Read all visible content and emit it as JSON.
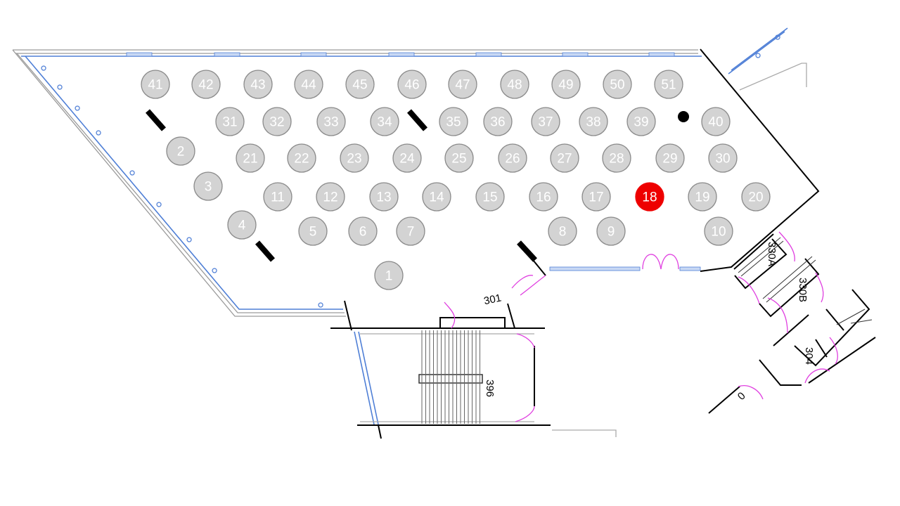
{
  "floorplan": {
    "seat_color": "#d3d3d3",
    "seat_stroke": "#8a8a8a",
    "seat_text_color": "#ffffff",
    "highlight_color": "#ee0000",
    "highlight_seat": "18",
    "wall_color": "#000000",
    "window_color": "#4f7fd6",
    "door_color": "#e040e0",
    "seats": [
      "1",
      "2",
      "3",
      "4",
      "5",
      "6",
      "7",
      "8",
      "9",
      "10",
      "11",
      "12",
      "13",
      "14",
      "15",
      "16",
      "17",
      "18",
      "19",
      "20",
      "21",
      "22",
      "23",
      "24",
      "25",
      "26",
      "27",
      "28",
      "29",
      "30",
      "31",
      "32",
      "33",
      "34",
      "35",
      "36",
      "37",
      "38",
      "39",
      "40",
      "41",
      "42",
      "43",
      "44",
      "45",
      "46",
      "47",
      "48",
      "49",
      "50",
      "51"
    ],
    "rooms": {
      "r301": "301",
      "r396": "396",
      "r330a": "330A",
      "r330b": "330B",
      "r304": "304",
      "r0": "0"
    }
  }
}
